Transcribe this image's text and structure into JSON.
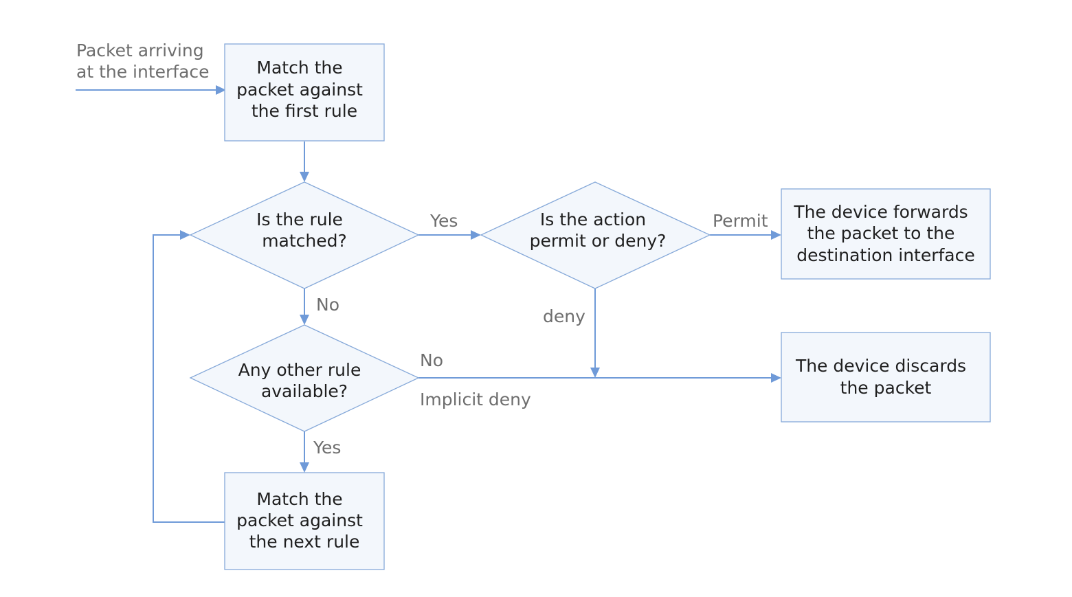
{
  "nodes": {
    "match_first": [
      "Match the",
      "packet against",
      "the first rule"
    ],
    "rule_matched": [
      "Is the rule",
      "matched?"
    ],
    "action": [
      "Is the action",
      "permit or deny?"
    ],
    "forward": [
      "The device forwards",
      "the packet to the",
      "destination interface"
    ],
    "other_rule": [
      "Any other rule",
      "available?"
    ],
    "discard": [
      "The device discards",
      "the packet"
    ],
    "match_next": [
      "Match the",
      "packet against",
      "the next rule"
    ]
  },
  "edges": {
    "entry": [
      "Packet arriving",
      "at the interface"
    ],
    "yes_matched": "Yes",
    "permit": "Permit",
    "no_matched": "No",
    "deny": "deny",
    "no_other": "No",
    "implicit_deny": "Implicit deny",
    "yes_other": "Yes"
  },
  "colors": {
    "node_fill": "#f3f7fc",
    "node_border": "#86a9d9",
    "connector": "#6f9ad8",
    "node_text": "#1f1f1f",
    "edge_text": "#6e6e6e"
  }
}
